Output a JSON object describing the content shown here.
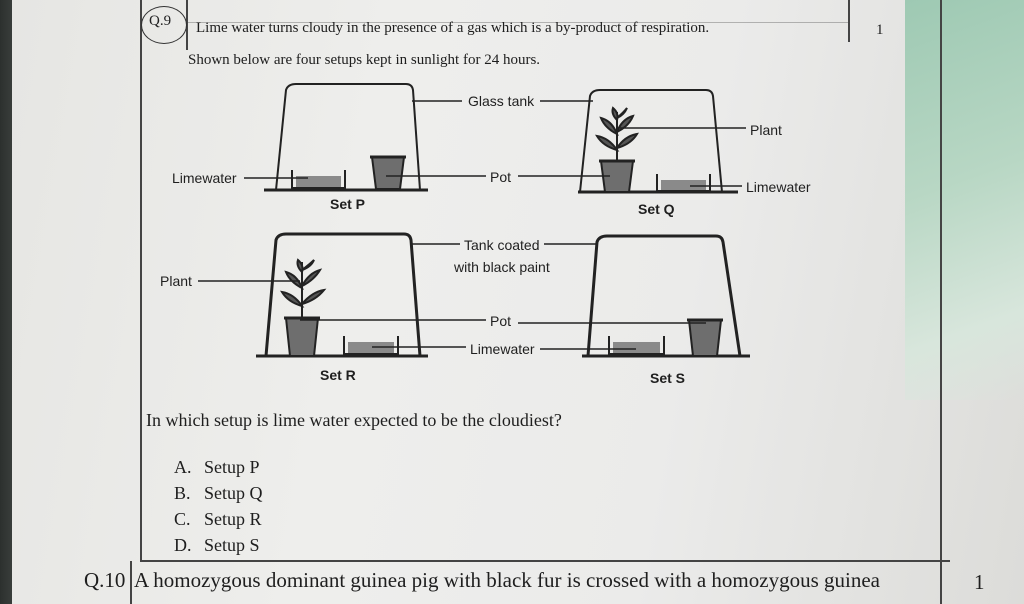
{
  "q9": {
    "number": "Q.9",
    "line1": "Lime water turns cloudy in the presence of a gas which is a by-product of respiration.",
    "line2": "Shown below are four setups kept in sunlight for 24 hours.",
    "marks": "1",
    "diagram": {
      "glass_tank": "Glass tank",
      "plant_q": "Plant",
      "limewater_p": "Limewater",
      "pot_top": "Pot",
      "limewater_q": "Limewater",
      "set_p": "Set P",
      "set_q": "Set Q",
      "plant_r": "Plant",
      "tank_coated_1": "Tank coated",
      "tank_coated_2": "with black paint",
      "pot_bottom": "Pot",
      "limewater_bottom": "Limewater",
      "set_r": "Set R",
      "set_s": "Set S"
    },
    "question": "In which setup is lime water expected to be the cloudiest?",
    "options": [
      {
        "letter": "A.",
        "text": "Setup P"
      },
      {
        "letter": "B.",
        "text": "Setup Q"
      },
      {
        "letter": "C.",
        "text": "Setup R"
      },
      {
        "letter": "D.",
        "text": "Setup S"
      }
    ]
  },
  "q10": {
    "number": "Q.10",
    "line1": "A homozygous dominant guinea pig with black fur is crossed with a homozygous guinea",
    "marks": "1"
  }
}
